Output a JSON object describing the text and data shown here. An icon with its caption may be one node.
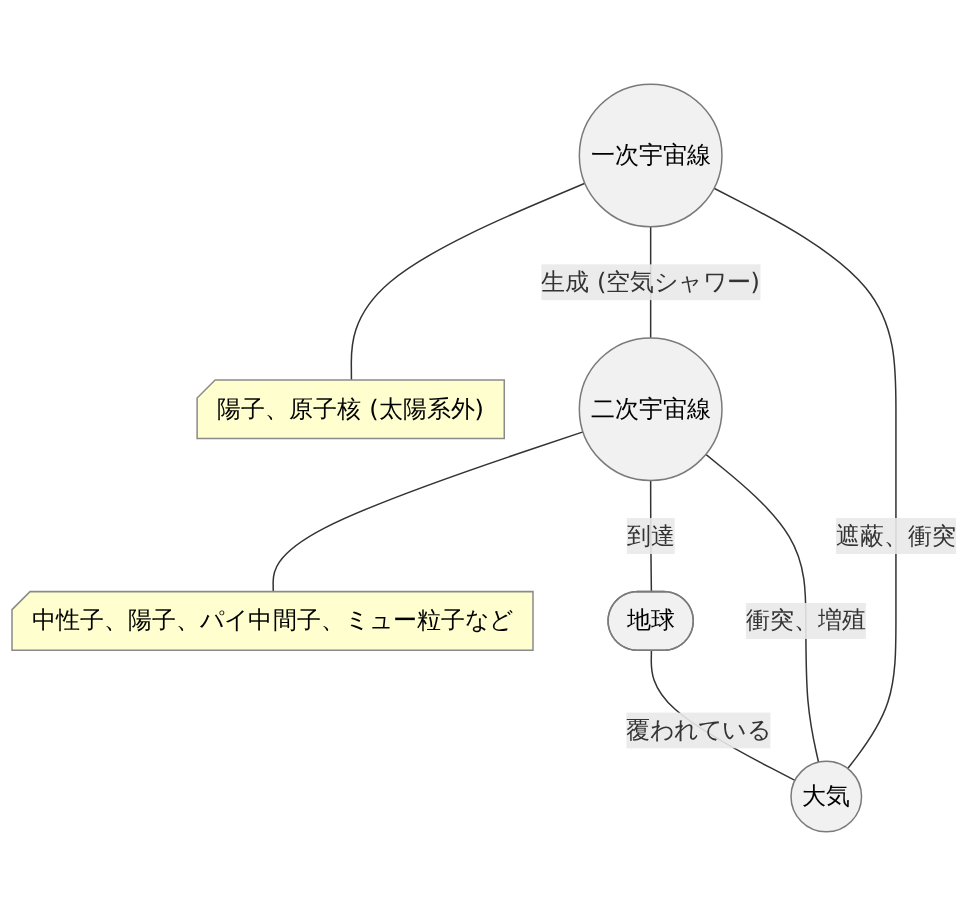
{
  "diagram": {
    "nodes": [
      {
        "text": [
          "一次宇宙線"
        ]
      },
      {
        "text": [
          "陽子、原子核 (太陽系外)"
        ]
      },
      {
        "text": [
          "二次宇宙線"
        ]
      },
      {
        "text": [
          "中性子、陽子、パイ中間子、ミュー粒子など"
        ]
      },
      {
        "text": [
          "地球"
        ]
      },
      {
        "text": [
          "大気"
        ]
      }
    ],
    "edges": [
      {
        "from": 0,
        "to": 1,
        "arrow": "none"
      },
      {
        "from": 0,
        "to": 2,
        "arrow": "none",
        "label": "生成 (空気シャワー)"
      },
      {
        "from": 0,
        "to": 5,
        "arrow": "none",
        "label": "遮蔽、衝突"
      },
      {
        "from": 2,
        "to": 3,
        "arrow": "none"
      },
      {
        "from": 2,
        "to": 4,
        "arrow": "none",
        "label": "到達"
      },
      {
        "from": 2,
        "to": 5,
        "arrow": "none",
        "label": "衝突、増殖"
      },
      {
        "from": 4,
        "to": 5,
        "arrow": "none",
        "label": "覆われている"
      }
    ]
  }
}
